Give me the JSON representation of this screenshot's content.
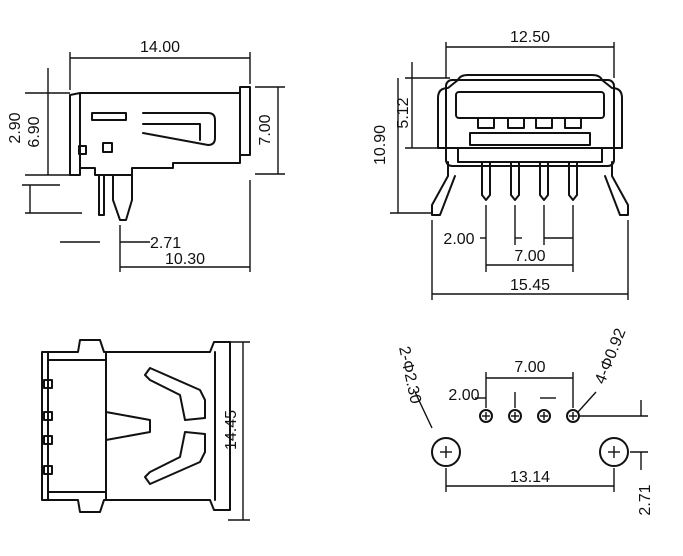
{
  "drawing": {
    "side_view": {
      "width": "14.00",
      "height_total": "7.00",
      "upper_offset": "2.90",
      "lower_offset": "6.90",
      "pin_offset": "2.71",
      "pin_span": "10.30"
    },
    "front_view": {
      "width": "12.50",
      "port_height": "5.12",
      "total_height": "10.90",
      "pin_offset": "2.00",
      "pin_pitch_span": "7.00",
      "overall_width": "15.45"
    },
    "top_view": {
      "length": "14.45"
    },
    "pcb_footprint": {
      "mount_holes": "2-Φ2.30",
      "signal_holes": "4-Φ0.92",
      "pin_pitch_span": "7.00",
      "pin_offset": "2.00",
      "hole_span": "13.14",
      "row_offset": "2.71"
    }
  }
}
